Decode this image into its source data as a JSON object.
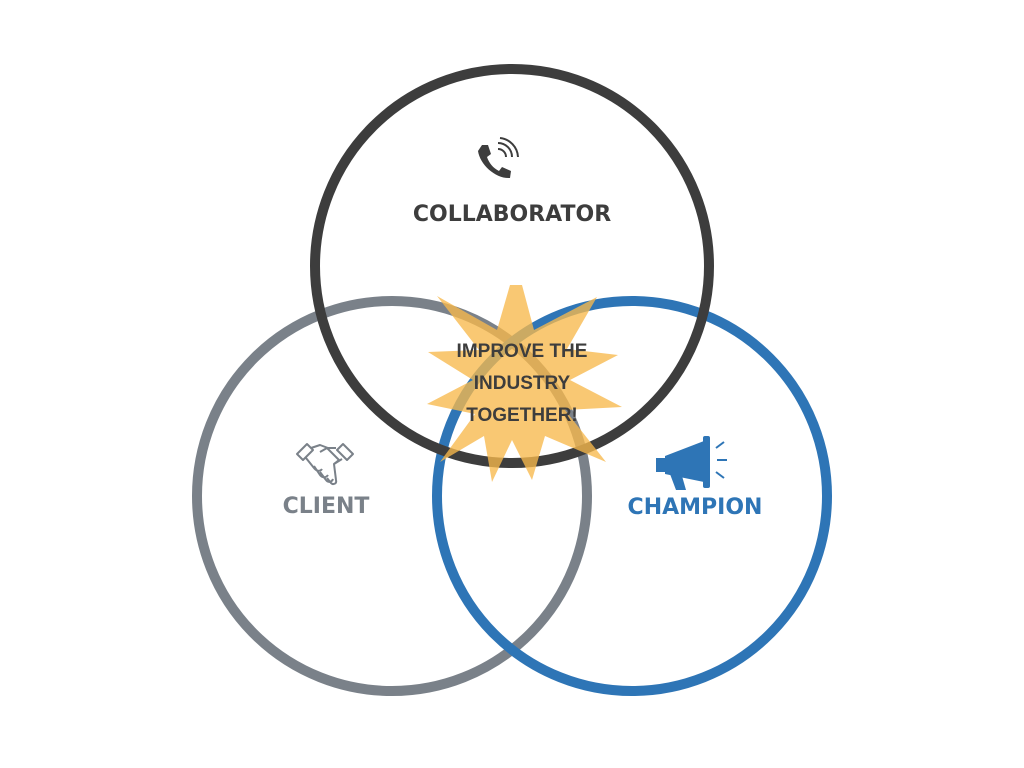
{
  "diagram": {
    "center_text": {
      "line1": "IMPROVE THE",
      "line2": "INDUSTRY",
      "line3": "TOGETHER!"
    },
    "circles": {
      "collaborator": {
        "label": "COLLABORATOR",
        "icon": "phone-icon",
        "color": "#3d3d3d"
      },
      "client": {
        "label": "CLIENT",
        "icon": "handshake-icon",
        "color": "#7a8189"
      },
      "champion": {
        "label": "CHAMPION",
        "icon": "megaphone-icon",
        "color": "#2e75b6"
      }
    },
    "starburst_color": "#f7b84b"
  }
}
